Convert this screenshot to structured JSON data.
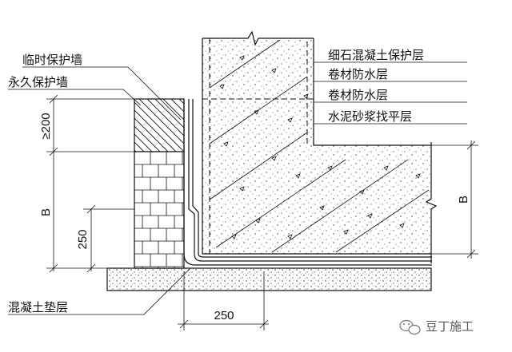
{
  "labels": {
    "temp_wall": "临时保护墙",
    "perm_wall": "永久保护墙",
    "layer_concrete": "细石混凝土保护层",
    "layer_membrane_1": "卷材防水层",
    "layer_membrane_2": "卷材防水层",
    "layer_screed": "水泥砂浆找平层",
    "cushion": "混凝土垫层"
  },
  "dimensions": {
    "top_left": "≥200",
    "left_B": "B",
    "left_250": "250",
    "bottom_250": "250",
    "right_B": "B"
  },
  "watermark": {
    "icon": "wechat-icon",
    "text": "豆丁施工"
  }
}
